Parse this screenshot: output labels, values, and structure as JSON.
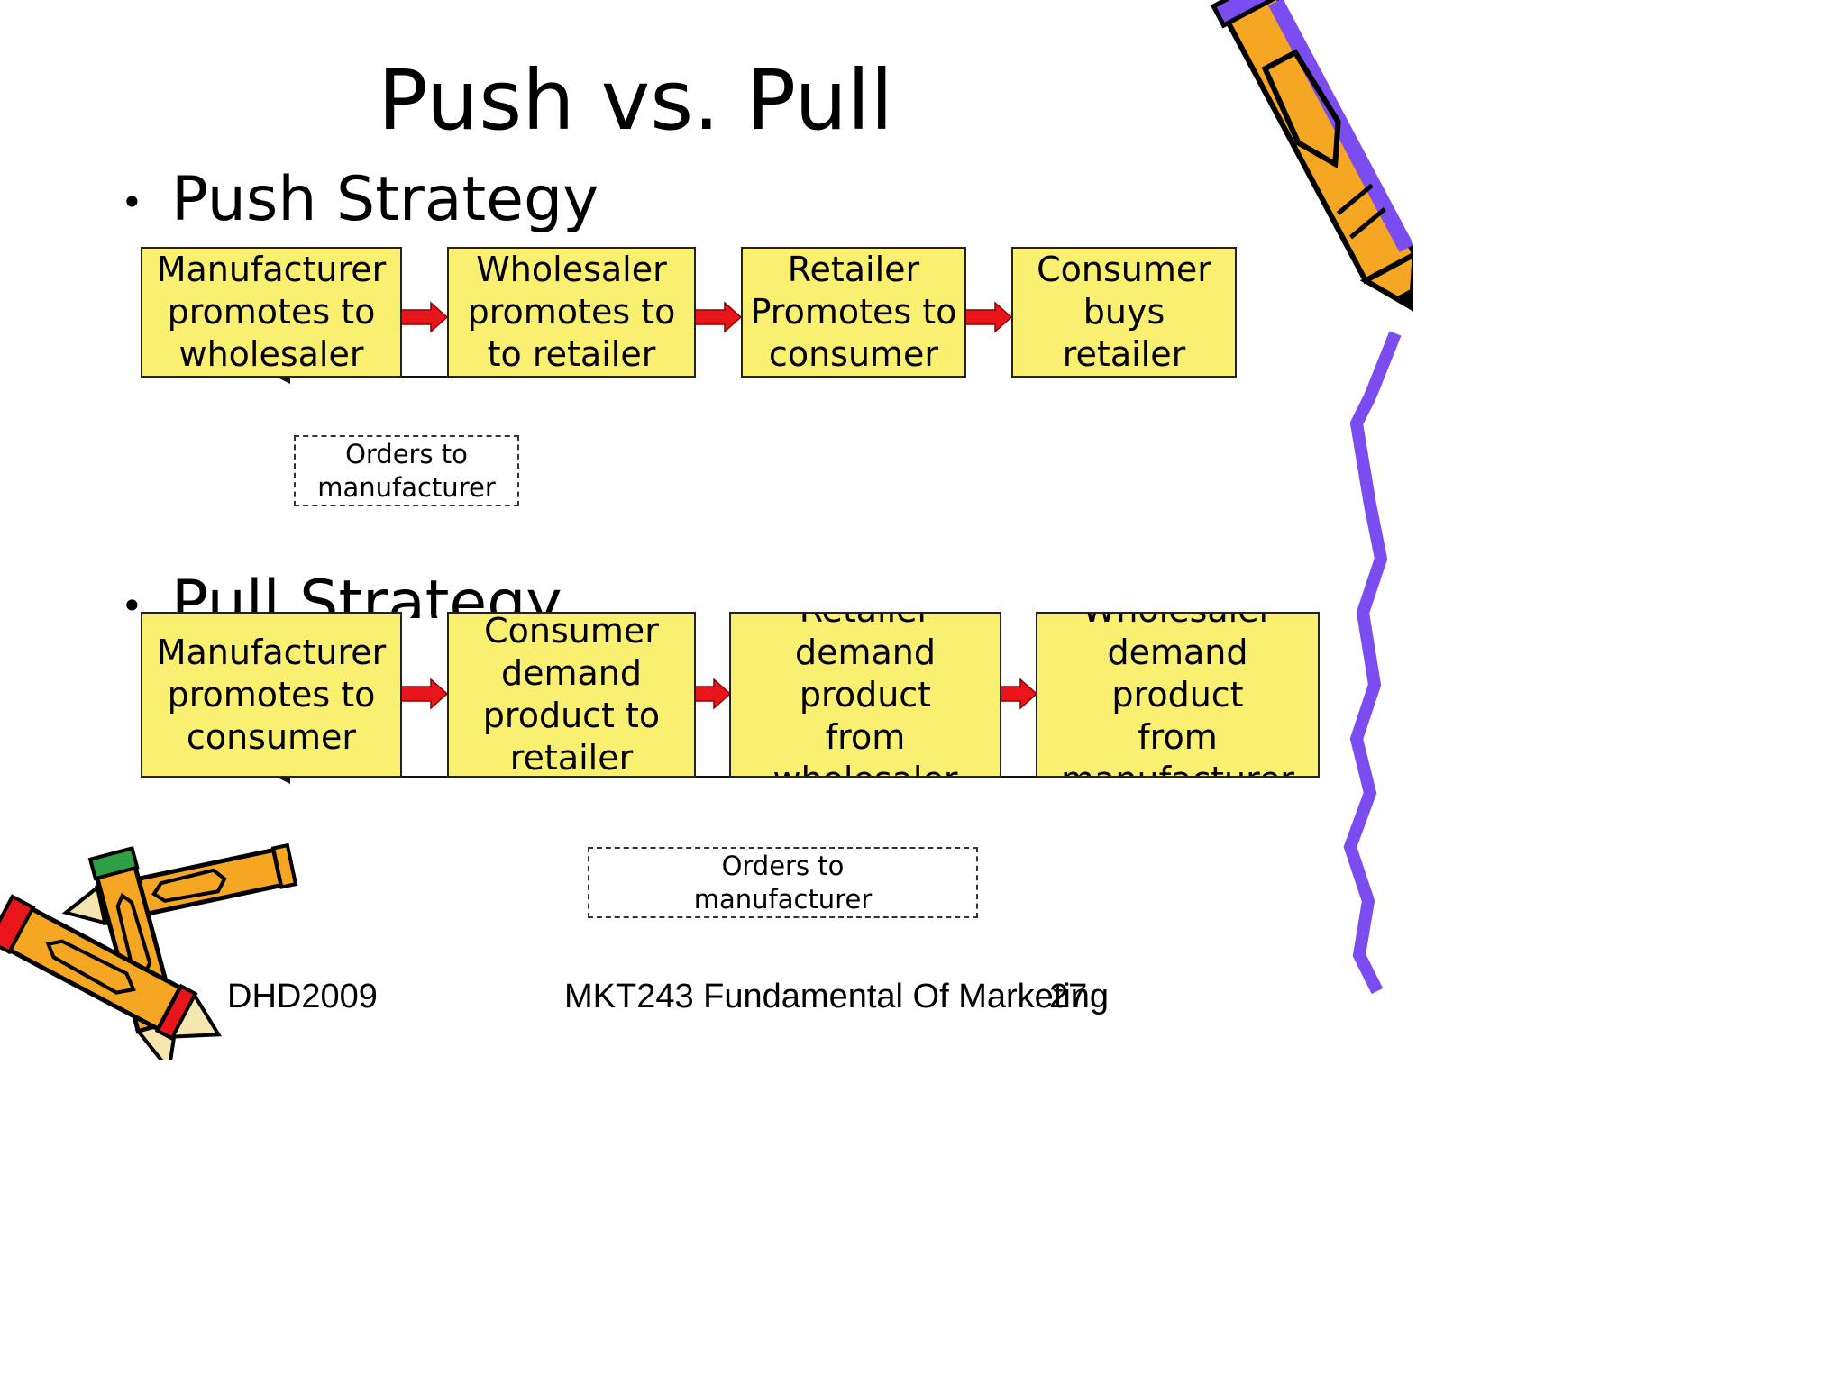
{
  "title": "Push vs. Pull",
  "push": {
    "heading": "Push Strategy",
    "boxes": [
      {
        "text": "Manufacturer\npromotes to\nwholesaler"
      },
      {
        "text": "Wholesaler\npromotes to\nto retailer"
      },
      {
        "text": "Retailer\nPromotes to\nconsumer"
      },
      {
        "text": "Consumer\nbuys\nretailer"
      }
    ],
    "orders": "Orders to\nmanufacturer"
  },
  "pull": {
    "heading": "Pull Strategy",
    "boxes": [
      {
        "text": "Manufacturer\npromotes to\nconsumer"
      },
      {
        "text": "Consumer\ndemand\nproduct to\nretailer"
      },
      {
        "text": "Retailer\ndemand product\nfrom\nwholesaler"
      },
      {
        "text": "Wholesaler\ndemand product\nfrom\nmanufacturer"
      }
    ],
    "orders": "Orders to\nmanufacturer"
  },
  "footer": {
    "left": "DHD2009",
    "center": "MKT243 Fundamental Of Marketing",
    "page": "27"
  },
  "colors": {
    "box_fill": "#f9ef70",
    "arrow": "#e8161b",
    "pencil_orange": "#f5a623",
    "pencil_purple": "#7b4cf0",
    "squiggle": "#7b4cf0"
  },
  "icons": [
    "pencil-icon",
    "crossed-pencils-icon",
    "purple-squiggle-decoration"
  ]
}
